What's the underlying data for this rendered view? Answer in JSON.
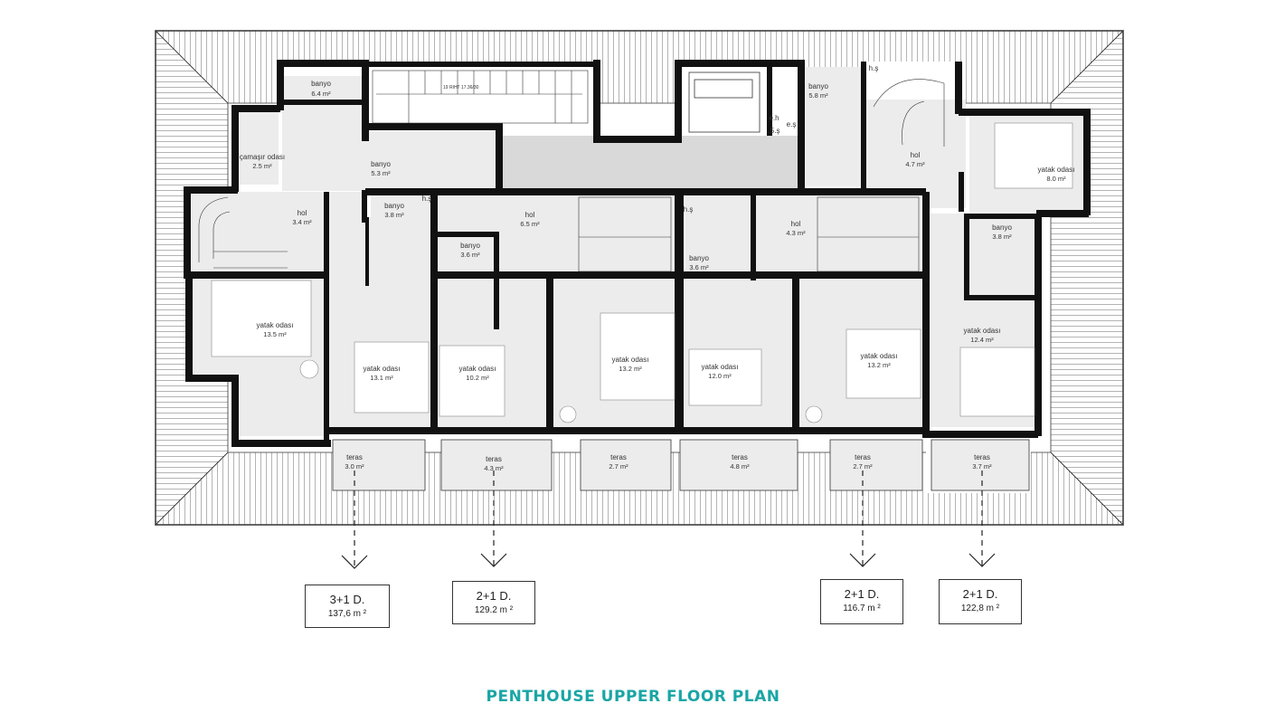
{
  "title": "PENTHOUSE UPPER FLOOR PLAN",
  "colors": {
    "wall": "#111111",
    "room": "#e8e8e8",
    "circulation": "#d9d9d9",
    "accent": "#1aa5a5"
  },
  "rooms": [
    {
      "name": "banyo",
      "area": "6.4 m²"
    },
    {
      "name": "çamaşır odası",
      "area": "2.5 m²"
    },
    {
      "name": "banyo",
      "area": "5.3 m²"
    },
    {
      "name": "hol",
      "area": "3.4 m²"
    },
    {
      "name": "banyo",
      "area": "3.8 m²"
    },
    {
      "name": "hol",
      "area": "6.5 m²"
    },
    {
      "name": "banyo",
      "area": "3.6 m²"
    },
    {
      "name": "banyo",
      "area": "3.6 m²"
    },
    {
      "name": "hol",
      "area": "4.3 m²"
    },
    {
      "name": "banyo",
      "area": "5.8 m²"
    },
    {
      "name": "hol",
      "area": "4.7 m²"
    },
    {
      "name": "yatak odası",
      "area": "8.0 m²"
    },
    {
      "name": "banyo",
      "area": "3.8 m²"
    },
    {
      "name": "yatak odası",
      "area": "13.5 m²"
    },
    {
      "name": "yatak odası",
      "area": "13.1 m²"
    },
    {
      "name": "yatak odası",
      "area": "10.2 m²"
    },
    {
      "name": "yatak odası",
      "area": "13.2 m²"
    },
    {
      "name": "yatak odası",
      "area": "12.0 m²"
    },
    {
      "name": "yatak odası",
      "area": "13.2 m²"
    },
    {
      "name": "yatak odası",
      "area": "12.4 m²"
    },
    {
      "name": "teras",
      "area": "3.0 m²"
    },
    {
      "name": "teras",
      "area": "4.3 m²"
    },
    {
      "name": "teras",
      "area": "2.7 m²"
    },
    {
      "name": "teras",
      "area": "4.8 m²"
    },
    {
      "name": "teras",
      "area": "2.7 m²"
    },
    {
      "name": "teras",
      "area": "3.7 m²"
    }
  ],
  "labels": {
    "stair_main": "19 RIHT 17.36/30",
    "shaft_1": "e.h",
    "shaft_2": ".5.ş",
    "shaft_3": "e.ş",
    "hs_1": "h.ş",
    "hs_2": "h.ş",
    "hs_3": "h.ş"
  },
  "units": [
    {
      "type": "3+1 D.",
      "area": "137,6 m ²"
    },
    {
      "type": "2+1 D.",
      "area": "129.2 m ²"
    },
    {
      "type": "2+1 D.",
      "area": "116.7 m ²"
    },
    {
      "type": "2+1 D.",
      "area": "122,8 m ²"
    }
  ]
}
